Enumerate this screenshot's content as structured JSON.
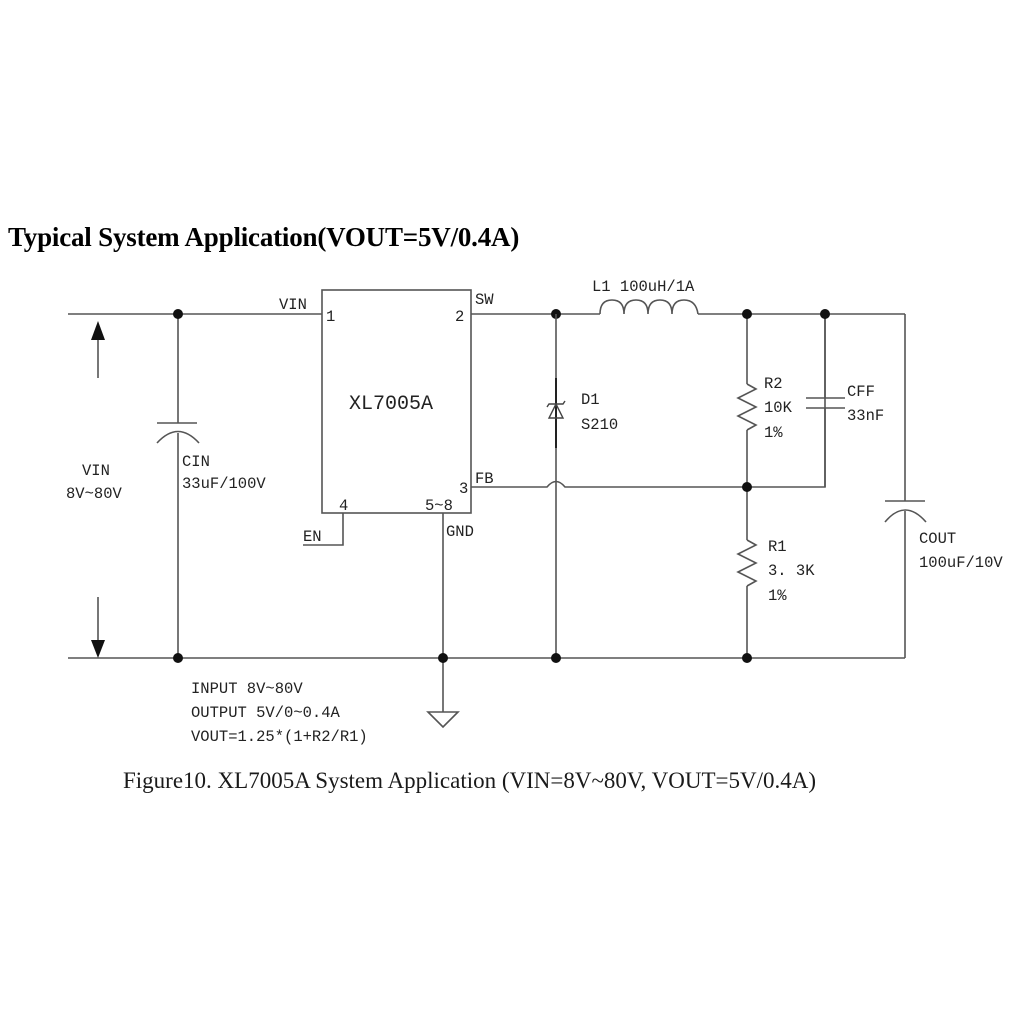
{
  "title": "Typical System Application(VOUT=5V/0.4A)",
  "caption": "Figure10. XL7005A System Application (VIN=8V~80V, VOUT=5V/0.4A)",
  "ic": {
    "name": "XL7005A",
    "pins": {
      "vin": {
        "name": "VIN",
        "number": "1"
      },
      "sw": {
        "name": "SW",
        "number": "2"
      },
      "fb": {
        "name": "FB",
        "number": "3"
      },
      "en": {
        "name": "EN",
        "number": "4"
      },
      "gnd": {
        "name": "GND",
        "number": "5~8"
      }
    }
  },
  "input": {
    "label": "VIN",
    "range": "8V~80V"
  },
  "components": {
    "cin": {
      "ref": "CIN",
      "value": "33uF/100V"
    },
    "l1": {
      "ref": "L1",
      "value": "100uH/1A",
      "label": "L1  100uH/1A"
    },
    "d1": {
      "ref": "D1",
      "value": "S210"
    },
    "r2": {
      "ref": "R2",
      "value": "10K",
      "tolerance": "1%"
    },
    "cff": {
      "ref": "CFF",
      "value": "33nF"
    },
    "r1": {
      "ref": "R1",
      "value": "3.3K",
      "value_display": "3. 3K",
      "tolerance": "1%"
    },
    "cout": {
      "ref": "COUT",
      "value": "100uF/10V"
    }
  },
  "notes": [
    "INPUT 8V~80V",
    "OUTPUT 5V/0~0.4A",
    "VOUT=1.25*(1+R2/R1)"
  ]
}
